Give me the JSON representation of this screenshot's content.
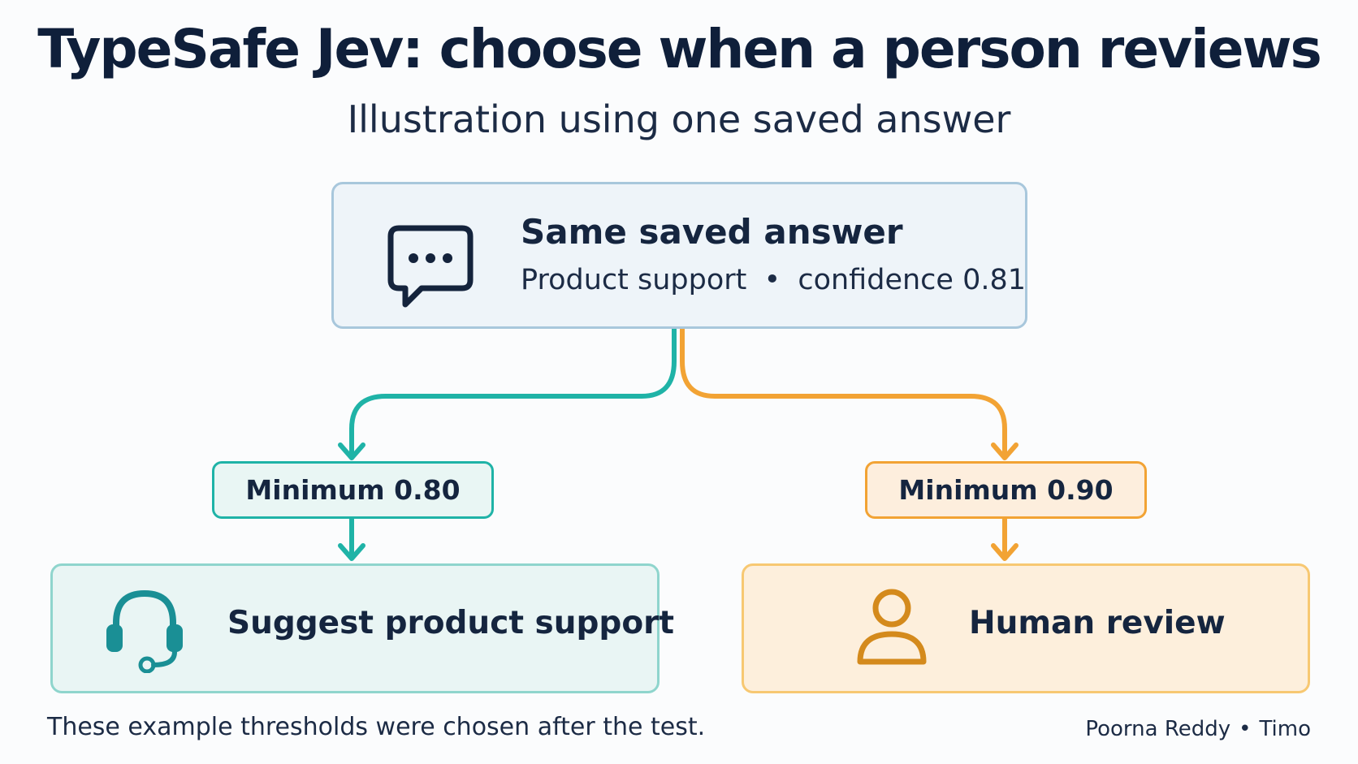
{
  "title": "TypeSafe Jev: choose when a person reviews",
  "subtitle": "Illustration using one saved answer",
  "source": {
    "heading": "Same saved answer",
    "category": "Product support",
    "separator": "•",
    "confidence_text": "confidence 0.81",
    "icon": "chat-bubble-icon"
  },
  "branches": [
    {
      "threshold_label": "Minimum 0.80",
      "outcome_label": "Suggest product support",
      "icon": "headset-icon",
      "color": "#1fb3a7"
    },
    {
      "threshold_label": "Minimum 0.90",
      "outcome_label": "Human review",
      "icon": "person-icon",
      "color": "#f2a334"
    }
  ],
  "footer": {
    "note": "These example thresholds were chosen after the test.",
    "author_1": "Poorna Reddy",
    "separator": "•",
    "author_2": "Timo"
  }
}
